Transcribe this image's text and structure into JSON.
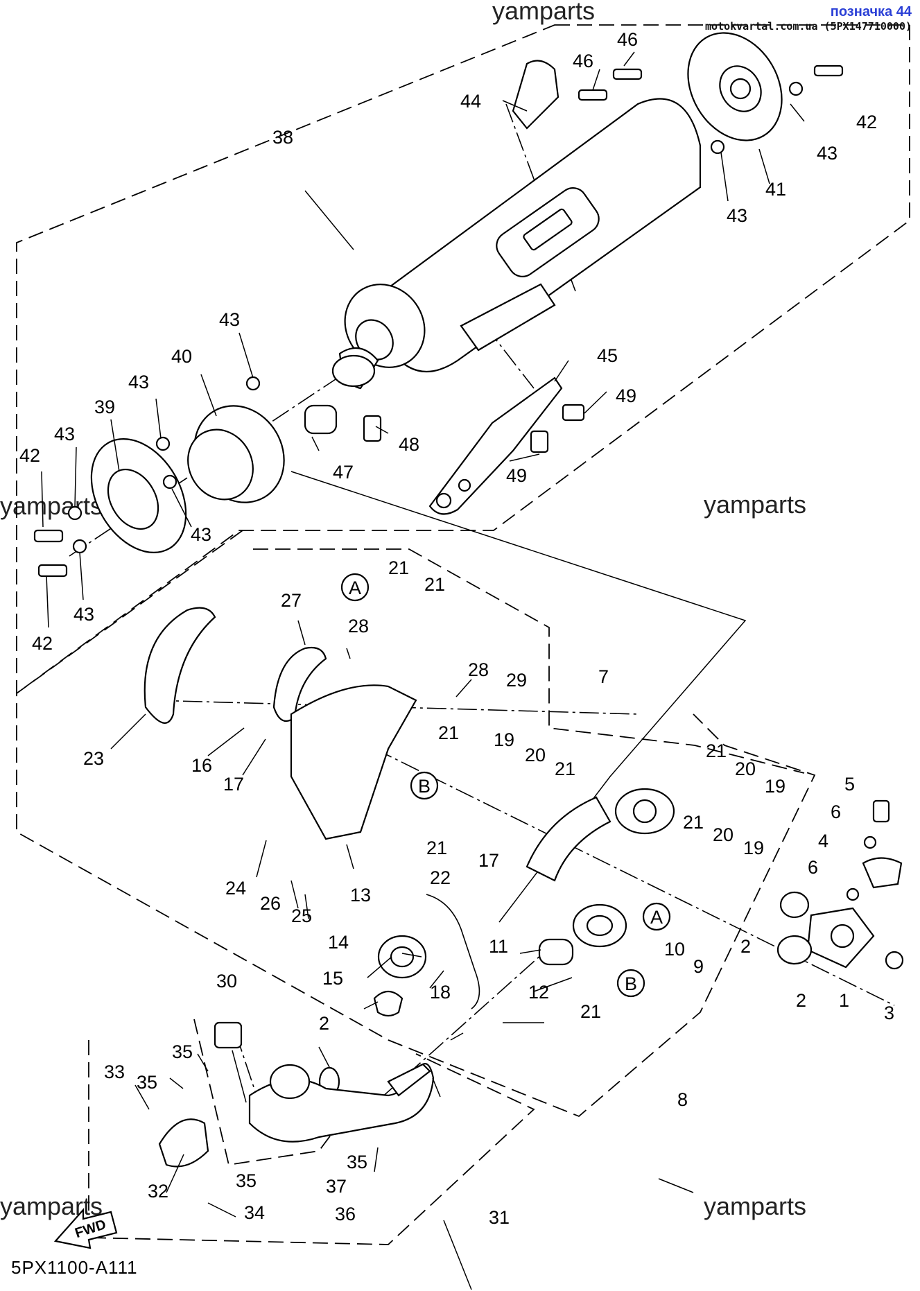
{
  "watermarks": {
    "top": "yamparts",
    "left": "yamparts",
    "right_mid": "yamparts",
    "bottom_left": "yamparts",
    "bottom_right": "yamparts"
  },
  "badge": {
    "title": "позначка 44",
    "source": "motokvartal.com.ua (5PX147710000)"
  },
  "diagram_code": "5PX1100-A111",
  "fwd_label": "FWD",
  "callouts": {
    "c1": "1",
    "c2a": "2",
    "c2b": "2",
    "c2c": "2",
    "c3": "3",
    "c4": "4",
    "c5": "5",
    "c6a": "6",
    "c6b": "6",
    "c7": "7",
    "c8": "8",
    "c9": "9",
    "c10": "10",
    "c11": "11",
    "c12": "12",
    "c13": "13",
    "c14": "14",
    "c15": "15",
    "c16": "16",
    "c17a": "17",
    "c17b": "17",
    "c18": "18",
    "c19a": "19",
    "c19b": "19",
    "c19c": "19",
    "c20a": "20",
    "c20b": "20",
    "c20c": "20",
    "c21a": "21",
    "c21b": "21",
    "c21c": "21",
    "c21d": "21",
    "c21e": "21",
    "c21f": "21",
    "c21g": "21",
    "c21h": "21",
    "c22": "22",
    "c23": "23",
    "c24": "24",
    "c25": "25",
    "c26": "26",
    "c27": "27",
    "c28a": "28",
    "c28b": "28",
    "c29": "29",
    "c30": "30",
    "c31": "31",
    "c32": "32",
    "c33": "33",
    "c34": "34",
    "c35a": "35",
    "c35b": "35",
    "c35c": "35",
    "c35d": "35",
    "c36": "36",
    "c37": "37",
    "c38": "38",
    "c39": "39",
    "c40": "40",
    "c41": "41",
    "c42a": "42",
    "c42b": "42",
    "c42c": "42",
    "c43a": "43",
    "c43b": "43",
    "c43c": "43",
    "c43d": "43",
    "c43e": "43",
    "c43f": "43",
    "c43g": "43",
    "c44": "44",
    "c45": "45",
    "c46a": "46",
    "c46b": "46",
    "c47": "47",
    "c48": "48",
    "c49a": "49",
    "c49b": "49"
  },
  "refs": {
    "A1": "A",
    "A2": "A",
    "B1": "B",
    "B2": "B"
  }
}
